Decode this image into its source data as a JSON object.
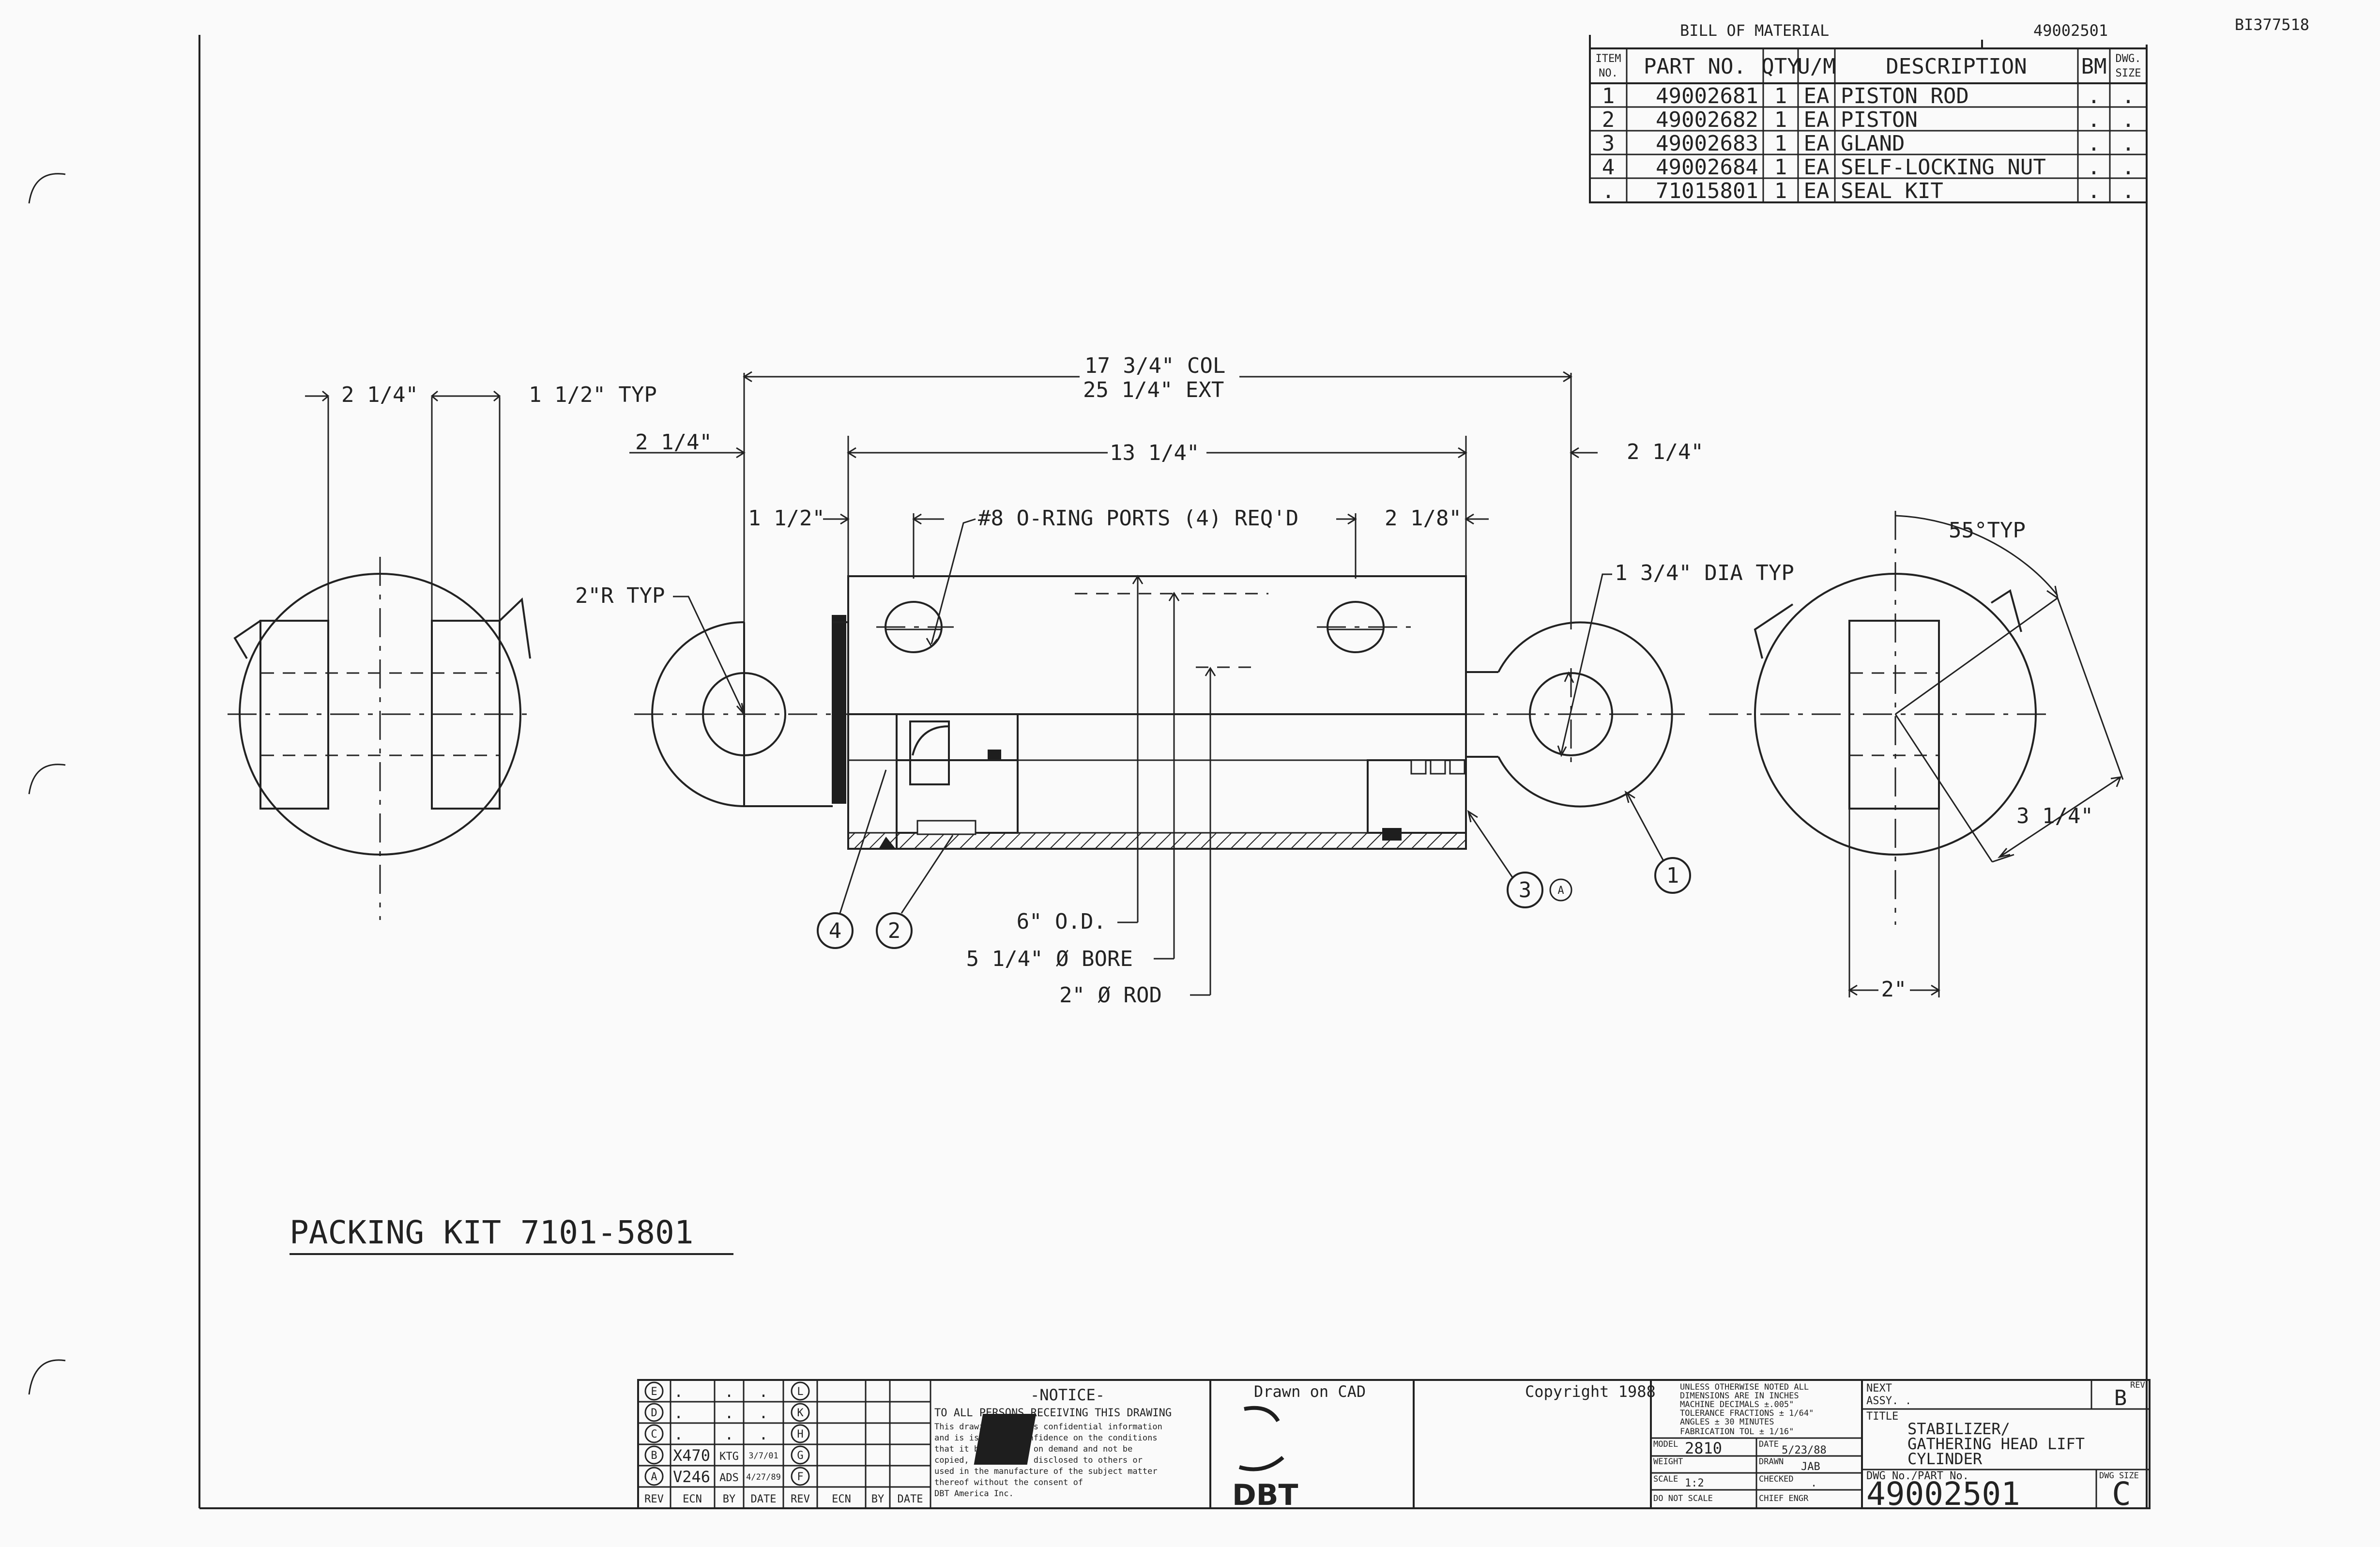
{
  "doc_code": "BI377518",
  "bom_header_partial": "BILL OF MATERIAL",
  "bom_header_number": "49002501",
  "bom": {
    "headers": [
      "ITEM NO.",
      "PART NO.",
      "QTY",
      "U/M",
      "DESCRIPTION",
      "BM",
      "DWG. SIZE"
    ],
    "rows": [
      {
        "item": "1",
        "part": "49002681",
        "qty": "1",
        "um": "EA",
        "desc": "PISTON ROD",
        "bm": ".",
        "size": "."
      },
      {
        "item": "2",
        "part": "49002682",
        "qty": "1",
        "um": "EA",
        "desc": "PISTON",
        "bm": ".",
        "size": "."
      },
      {
        "item": "3",
        "part": "49002683",
        "qty": "1",
        "um": "EA",
        "desc": "GLAND",
        "bm": ".",
        "size": "."
      },
      {
        "item": "4",
        "part": "49002684",
        "qty": "1",
        "um": "EA",
        "desc": "SELF-LOCKING NUT",
        "bm": ".",
        "size": "."
      },
      {
        "item": ".",
        "part": "71015801",
        "qty": "1",
        "um": "EA",
        "desc": "SEAL KIT",
        "bm": ".",
        "size": "."
      }
    ]
  },
  "dims": {
    "col": "17 3/4\" COL",
    "ext": "25 1/4\" EXT",
    "body": "13 1/4\"",
    "left_clevis": "2 1/4\"",
    "typ_left": "2 1/4\"",
    "typ_thick": "1 1/2\" TYP",
    "left_offset": "1 1/2\"",
    "ports": "#8 O-RING PORTS (4) REQ'D",
    "right_port": "2 1/8\"",
    "right_clevis": "2 1/4\"",
    "radius": "2\"R TYP",
    "dia": "1 3/4\" DIA TYP",
    "angle": "55°TYP",
    "rhs": "3 1/4\"",
    "width": "2\"",
    "od": "6\" O.D.",
    "bore": "5 1/4\" Ø BORE",
    "rod": "2\" Ø ROD"
  },
  "balloons": {
    "b1": "1",
    "b2": "2",
    "b3": "3",
    "b3_flag": "A",
    "b4": "4"
  },
  "packing_kit": "PACKING KIT 7101-5801",
  "rev_table": {
    "rows": [
      {
        "l": "E",
        "ecn": ".",
        "by": ".",
        "date": ".",
        "r": "L"
      },
      {
        "l": "D",
        "ecn": ".",
        "by": ".",
        "date": ".",
        "r": "K"
      },
      {
        "l": "C",
        "ecn": ".",
        "by": ".",
        "date": ".",
        "r": "H"
      },
      {
        "l": "B",
        "ecn": "X470",
        "by": "KTG",
        "date": "3/7/01",
        "r": "G"
      },
      {
        "l": "A",
        "ecn": "V246",
        "by": "ADS",
        "date": "4/27/89",
        "r": "F"
      }
    ],
    "footer": [
      "REV",
      "ECN",
      "BY",
      "DATE",
      "REV",
      "ECN",
      "BY",
      "DATE"
    ]
  },
  "notice": {
    "title": "-NOTICE-",
    "line1": "TO ALL PERSONS RECEIVING THIS DRAWING",
    "body": [
      "This drawing contains confidential information",
      "and is issued in confidence on the conditions",
      "that it be returned on demand and not be",
      "copied, reproduced, disclosed to others or",
      "used in the manufacture of the subject matter",
      "thereof without the consent of",
      "DBT America Inc."
    ]
  },
  "drawn_on_cad": "Drawn on CAD",
  "copyright": "Copyright 1988",
  "logo": "DBT",
  "tolerance": [
    "UNLESS OTHERWISE NOTED ALL",
    "DIMENSIONS ARE IN INCHES",
    "MACHINE    DECIMALS ±.005\"",
    "TOLERANCE  FRACTIONS ± 1/64\"",
    "           ANGLES ± 30 MINUTES",
    "FABRICATION TOL ± 1/16\""
  ],
  "title_block": {
    "model_label": "MODEL",
    "model": "2810",
    "date_label": "DATE",
    "date": "5/23/88",
    "weight_label": "WEIGHT",
    "drawn_label": "DRAWN",
    "drawn": "JAB",
    "scale_label": "SCALE",
    "scale": "1:2",
    "checked_label": "CHECKED",
    "checked": ".",
    "do_not_scale": "DO NOT SCALE",
    "chief_label": "CHIEF ENGR",
    "next_label": "NEXT",
    "assy_label": "ASSY.",
    "assy": ".",
    "rev_label": "REV",
    "rev": "B",
    "title_label": "TITLE",
    "title_lines": [
      "STABILIZER/",
      "GATHERING HEAD LIFT",
      "CYLINDER"
    ],
    "dwg_label": "DWG No./PART No.",
    "dwg_no": "49002501",
    "size_label": "DWG SIZE",
    "size": "C"
  }
}
